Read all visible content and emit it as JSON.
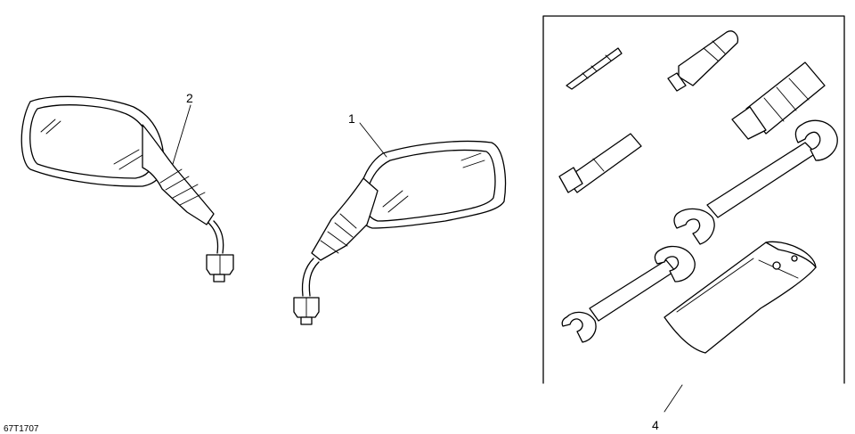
{
  "callouts": {
    "mirror_right": "1",
    "mirror_left": "2",
    "tool_kit": "4"
  },
  "drawing_code": "67T1707"
}
